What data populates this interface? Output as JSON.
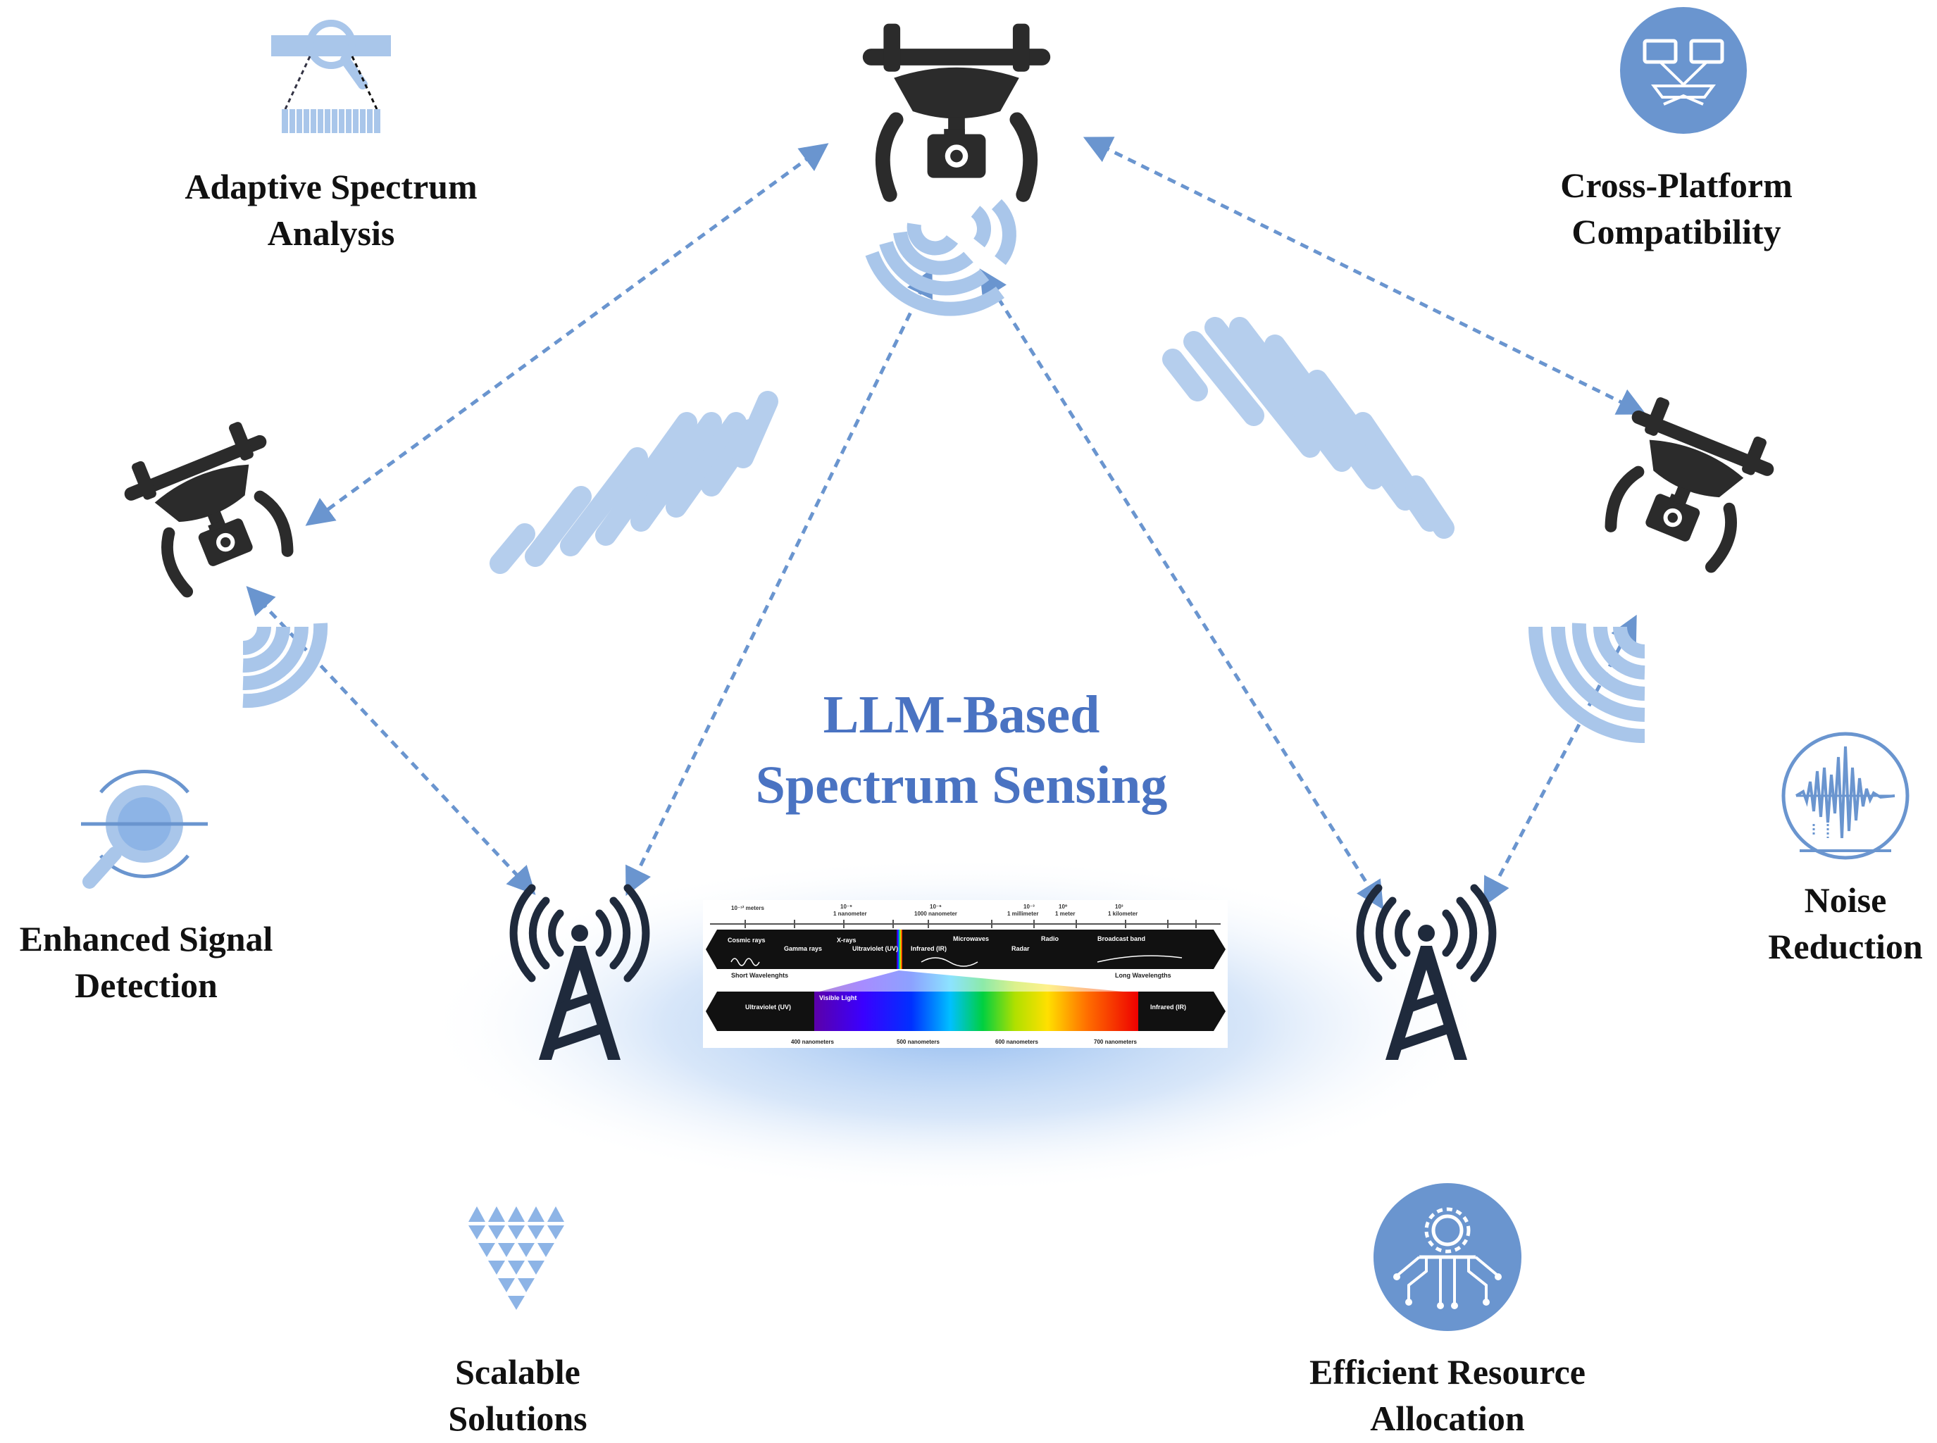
{
  "title": {
    "line1": "LLM-Based",
    "line2": "Spectrum Sensing",
    "color": "#4A73C2"
  },
  "features": {
    "adaptive": {
      "line1": "Adaptive Spectrum",
      "line2": "Analysis"
    },
    "crossplatform": {
      "line1": "Cross-Platform",
      "line2": "Compatibility"
    },
    "enhanced": {
      "line1": "Enhanced Signal",
      "line2": "Detection"
    },
    "noise": {
      "line1": "Noise",
      "line2": "Reduction"
    },
    "scalable": {
      "line1": "Scalable",
      "line2": "Solutions"
    },
    "efficient": {
      "line1": "Efficient Resource",
      "line2": "Allocation"
    }
  },
  "spectrum": {
    "top_scale": [
      "10⁻¹² meters",
      "10⁻⁹",
      "1 nanometer",
      "10⁻⁶",
      "1000 nanometer",
      "10⁻³",
      "1 millimeter",
      "10⁰",
      "1 meter",
      "10³",
      "1 kilometer"
    ],
    "bands": [
      "Cosmic rays",
      "Gamma rays",
      "X-rays",
      "Ultraviolet (UV)",
      "Infrared (IR)",
      "Microwaves",
      "Radar",
      "Radio",
      "Broadcast band"
    ],
    "short_label": "Short Wavelenghts",
    "long_label": "Long Wavelengths",
    "lower_left": "Ultraviolet (UV)",
    "visible": "Visible Light",
    "lower_right": "Infrared (IR)",
    "nm_ticks": [
      "400 nanometers",
      "500 nanometers",
      "600 nanometers",
      "700 nanometers"
    ]
  },
  "colors": {
    "device": "#2b2b2b",
    "tower": "#1f2a3c",
    "accent_blue": "#6a95cf",
    "light_blue": "#a9c6ea",
    "glow": "#8db8ef"
  },
  "icons": [
    "drone-icon",
    "signal-waves-icon",
    "cell-tower-icon",
    "magnifier-icon",
    "monitor-network-icon",
    "target-scan-icon",
    "waveform-icon",
    "triangle-grid-icon",
    "chip-gear-icon",
    "spectrum-image"
  ]
}
